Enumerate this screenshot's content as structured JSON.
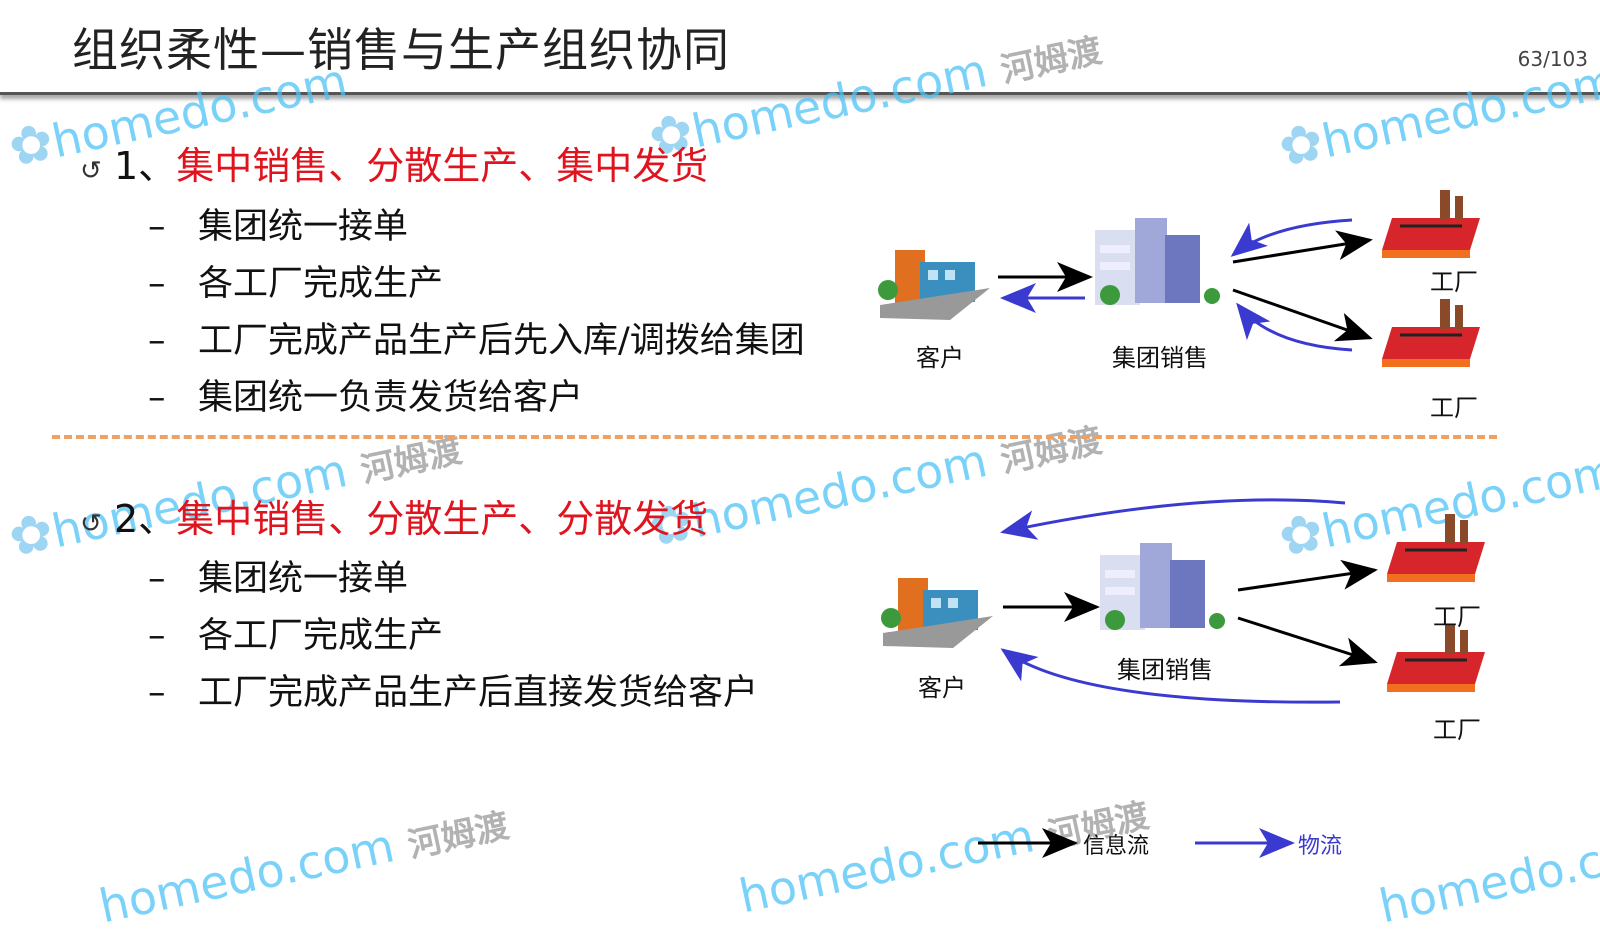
{
  "header": {
    "title": "组织柔性—销售与生产组织协同",
    "page_number": "63/103"
  },
  "watermark": {
    "brand": "homedo.com",
    "brand_cn": "河姆渡"
  },
  "section1": {
    "number": "1、",
    "title": "集中销售、分散生产、集中发货",
    "items": [
      "集团统一接单",
      "各工厂完成生产",
      "工厂完成产品生产后先入库/调拨给集团",
      "集团统一负责发货给客户"
    ]
  },
  "section2": {
    "number": "2、",
    "title": "集中销售、分散生产、分散发货",
    "items": [
      "集团统一接单",
      "各工厂完成生产",
      "工厂完成产品生产后直接发货给客户"
    ]
  },
  "diagram1": {
    "customer": "客户",
    "group_sales": "集团销售",
    "factory_top": "工厂",
    "factory_bottom": "工厂"
  },
  "diagram2": {
    "customer": "客户",
    "group_sales": "集团销售",
    "factory_top": "工厂",
    "factory_bottom": "工厂"
  },
  "legend": {
    "info_flow": "信息流",
    "logistics": "物流"
  },
  "colors": {
    "accent_red": "#e0141e",
    "info_arrow": "#000000",
    "logistics_arrow": "#3a3ad0",
    "divider": "#f0a060"
  }
}
